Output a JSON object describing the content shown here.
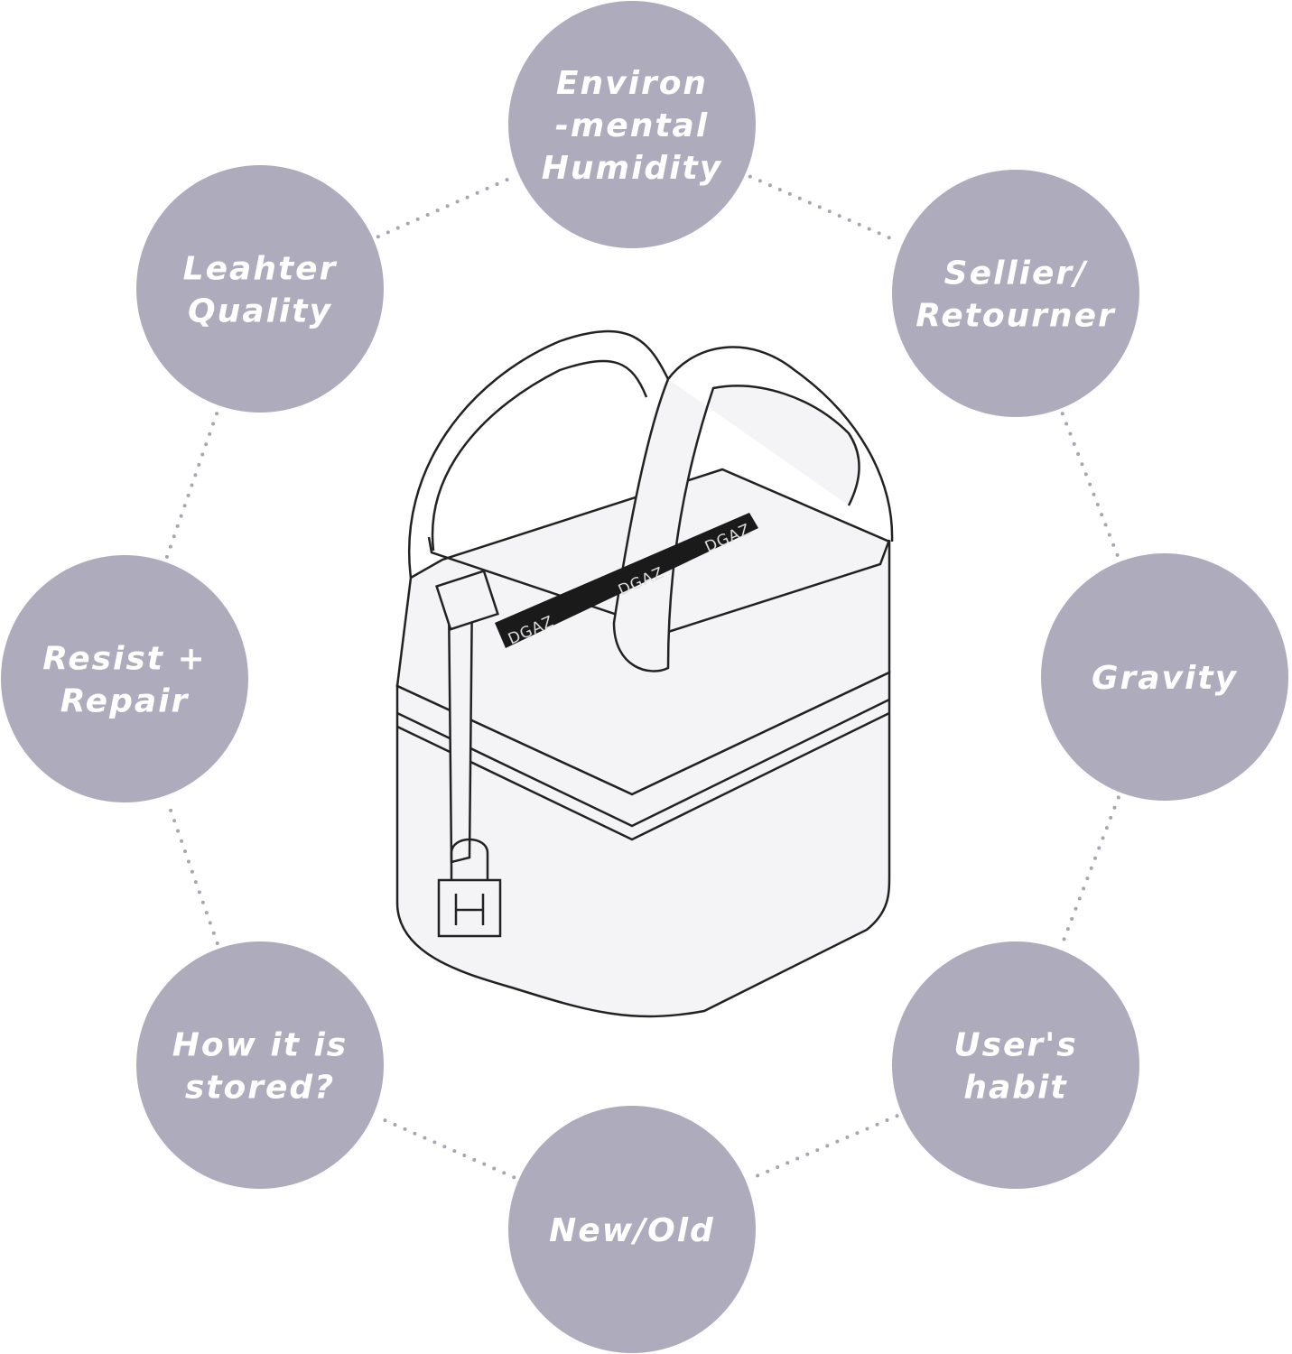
{
  "factors": [
    {
      "id": "environmental-humidity",
      "lines": [
        "Environ",
        "-mental",
        "Humidity"
      ]
    },
    {
      "id": "sellier-retourner",
      "lines": [
        "Sellier/",
        "Retourner"
      ]
    },
    {
      "id": "gravity",
      "lines": [
        "Gravity"
      ]
    },
    {
      "id": "users-habit",
      "lines": [
        "User's",
        "habit"
      ]
    },
    {
      "id": "new-old",
      "lines": [
        "New/Old"
      ]
    },
    {
      "id": "how-stored",
      "lines": [
        "How it is",
        "stored?"
      ]
    },
    {
      "id": "resist-repair",
      "lines": [
        "Resist +",
        "Repair"
      ]
    },
    {
      "id": "leather-quality",
      "lines": [
        "Leahter",
        "Quality"
      ]
    }
  ],
  "brand_labels": [
    "DGAZ",
    "DGAZ",
    "DGAZ"
  ],
  "colors": {
    "circle": "#aeacbc",
    "dots": "#a6a5b0",
    "band": "#1a1a1a"
  }
}
